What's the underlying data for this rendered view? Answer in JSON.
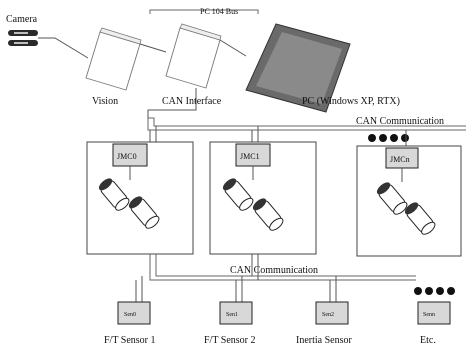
{
  "labels": {
    "camera": "Camera",
    "pc104_bus": "PC 104 Bus",
    "vision": "Vision",
    "can_interface": "CAN Interface",
    "pc": "PC (Windows XP, RTX)",
    "can_comm_top": "CAN Communication",
    "can_comm_bottom": "CAN Communication"
  },
  "controllers": [
    {
      "label": "JMC0"
    },
    {
      "label": "JMC1"
    },
    {
      "label": "JMCn"
    }
  ],
  "sensors": [
    {
      "chip": "Sen0",
      "label": "F/T Sensor 1"
    },
    {
      "chip": "Sen1",
      "label": "F/T Sensor 2"
    },
    {
      "chip": "Sen2",
      "label": "Inertia Sensor"
    },
    {
      "chip": "Senn",
      "label": "Etc."
    }
  ],
  "icons": {
    "camera": "camera-icon",
    "card": "pc104-card-icon",
    "motor": "motor-icon",
    "ellipsis": "ellipsis-dots-icon"
  },
  "colors": {
    "line": "#555555",
    "chip_fill": "#d8d8d8",
    "background": "#ffffff"
  }
}
